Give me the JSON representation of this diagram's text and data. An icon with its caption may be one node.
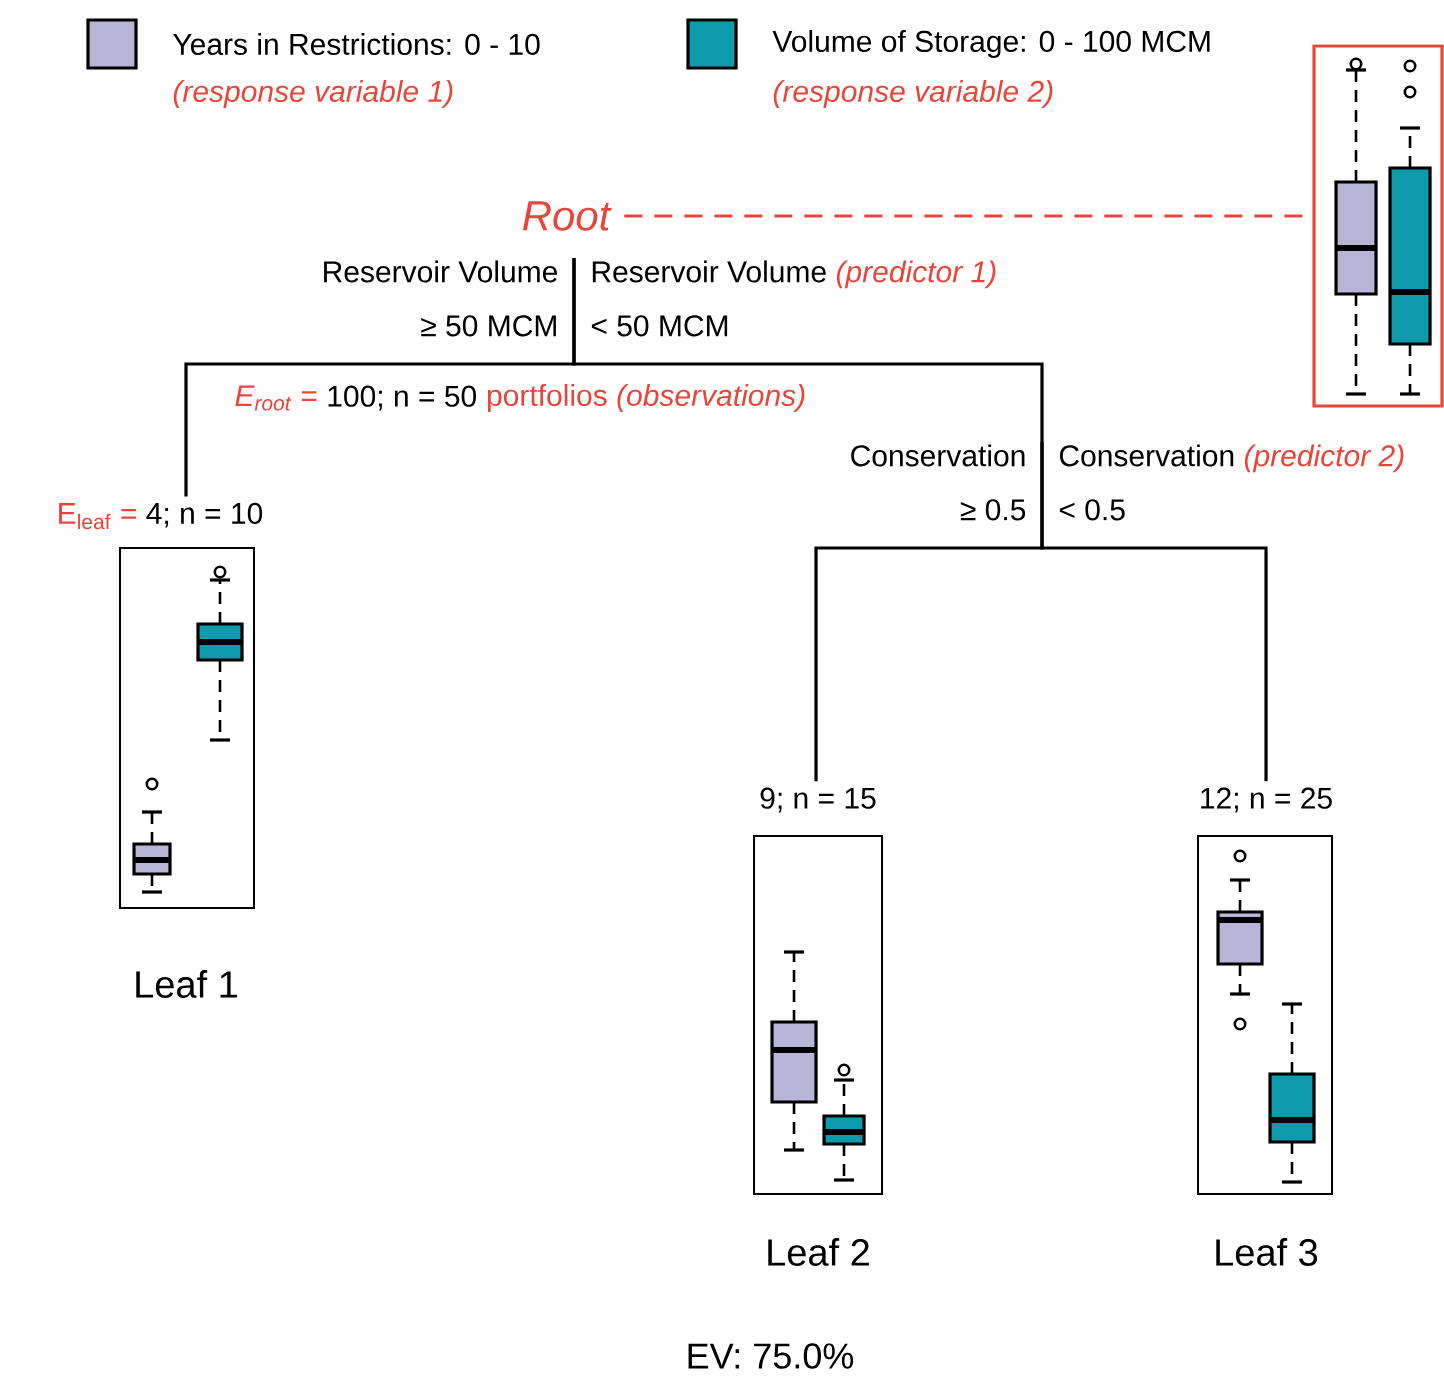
{
  "diagram": {
    "nodes": [
      {
        "text": [
          "Root"
        ]
      },
      {
        "text": [],
        "shape": "picture"
      },
      {
        "text": [
          "Reservoir Volume ≥ 50 MCM",
          "Reservoir Volume",
          "(predictor 1)",
          "< 50 MCM"
        ]
      },
      {
        "text": [
          "Conservation ≥ 0.5",
          "Conservation",
          "(predictor 2)",
          "< 0.5"
        ]
      },
      {
        "text": [
          "E$_{leaf}$ =",
          "4; n = 10"
        ],
        "beside": [
          "Leaf 1"
        ]
      },
      {
        "text": [
          "9; n = 15"
        ],
        "beside": [
          "Leaf 2"
        ]
      },
      {
        "text": [
          "12; n = 25"
        ],
        "beside": [
          "Leaf 3"
        ]
      }
    ],
    "edges": [
      {
        "from": 0,
        "to": 1,
        "arrow": "none",
        "style": "dashed",
        "color": "#e8453c"
      },
      {
        "from": 2,
        "to": 4,
        "arrow": "none"
      },
      {
        "from": 2,
        "to": 3,
        "arrow": "none"
      },
      {
        "from": 3,
        "to": 5,
        "arrow": "none"
      },
      {
        "from": 3,
        "to": 6,
        "arrow": "none"
      }
    ],
    "labels": [
      "(response variable 1)",
      "(response variable 2)",
      "E$_{root}$ =",
      "100; n = 50",
      "portfolios *(observations)*",
      "EV: 75.0%"
    ],
    "legend": [
      {
        "text": "Years in Restrictions: 0 - 10",
        "color": "#b8b5d9"
      },
      {
        "text": "Volume of Storage: 0 - 100 MCM",
        "color": "#0e9bae"
      }
    ]
  }
}
